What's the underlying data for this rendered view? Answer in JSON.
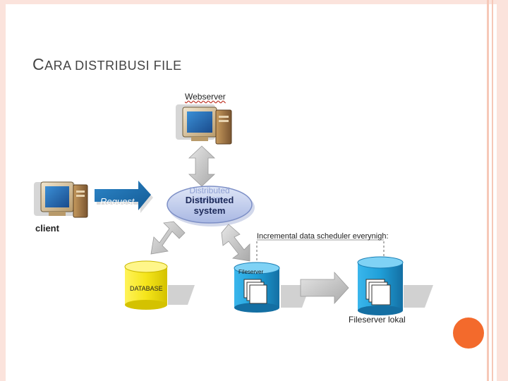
{
  "slide": {
    "title_first_letter": "C",
    "title_rest": "ARA DISTRIBUSI FILE"
  },
  "diagram": {
    "webserver_label": "Webserver",
    "client_label": "client",
    "request_label": "Request",
    "system_label_line1": "Distributed",
    "system_label_line2": "system",
    "system_ghost_line1": "Distributed",
    "system_ghost_line2": "system",
    "scheduler_label": "Incremental data scheduler everynigh:",
    "database_label": "DATABASE",
    "fileserver_label": "Fileserver",
    "fileserver_local_label": "Fileserver lokal"
  },
  "colors": {
    "accent_orange": "#f36a2c",
    "frame_pink": "#fbe3dc",
    "database_yellow": "#f5e51a",
    "fileserver_blue": "#1f9fd8",
    "system_blue": "#bcc8ea",
    "request_arrow": "#1b6fb0"
  }
}
